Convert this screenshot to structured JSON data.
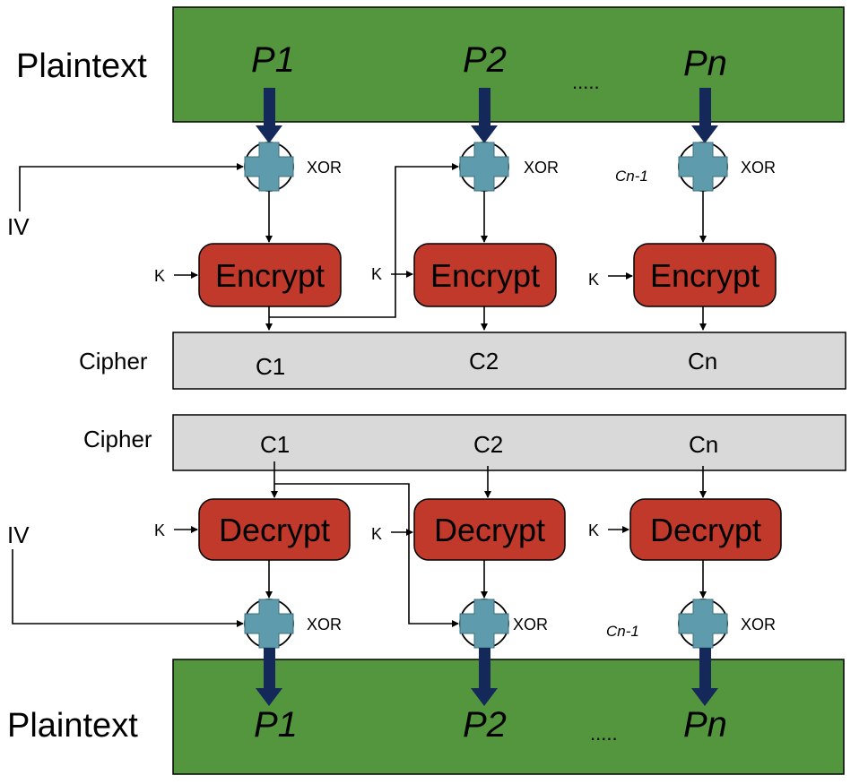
{
  "colors": {
    "plaintext_fill": "#53963e",
    "cipher_fill": "#d9d9d9",
    "box_fill": "#c0392b",
    "xor_fill": "#5e9cad",
    "arrow_fill": "#14285a"
  },
  "encryption": {
    "plaintext_label": "Plaintext",
    "blocks": [
      "P1",
      "P2",
      "Pn"
    ],
    "ellipsis": ".....",
    "iv_label": "IV",
    "xor_label": "XOR",
    "prev_cipher_label": "Cn-1",
    "key_label": "K",
    "box_label": "Encrypt",
    "cipher_label": "Cipher",
    "cipher_blocks": [
      "C1",
      "C2",
      "Cn"
    ]
  },
  "decryption": {
    "cipher_label": "Cipher",
    "cipher_blocks": [
      "C1",
      "C2",
      "Cn"
    ],
    "iv_label": "IV",
    "key_label": "K",
    "box_label": "Decrypt",
    "xor_label": "XOR",
    "prev_cipher_label": "Cn-1",
    "plaintext_label": "Plaintext",
    "blocks": [
      "P1",
      "P2",
      "Pn"
    ],
    "ellipsis": "....."
  }
}
